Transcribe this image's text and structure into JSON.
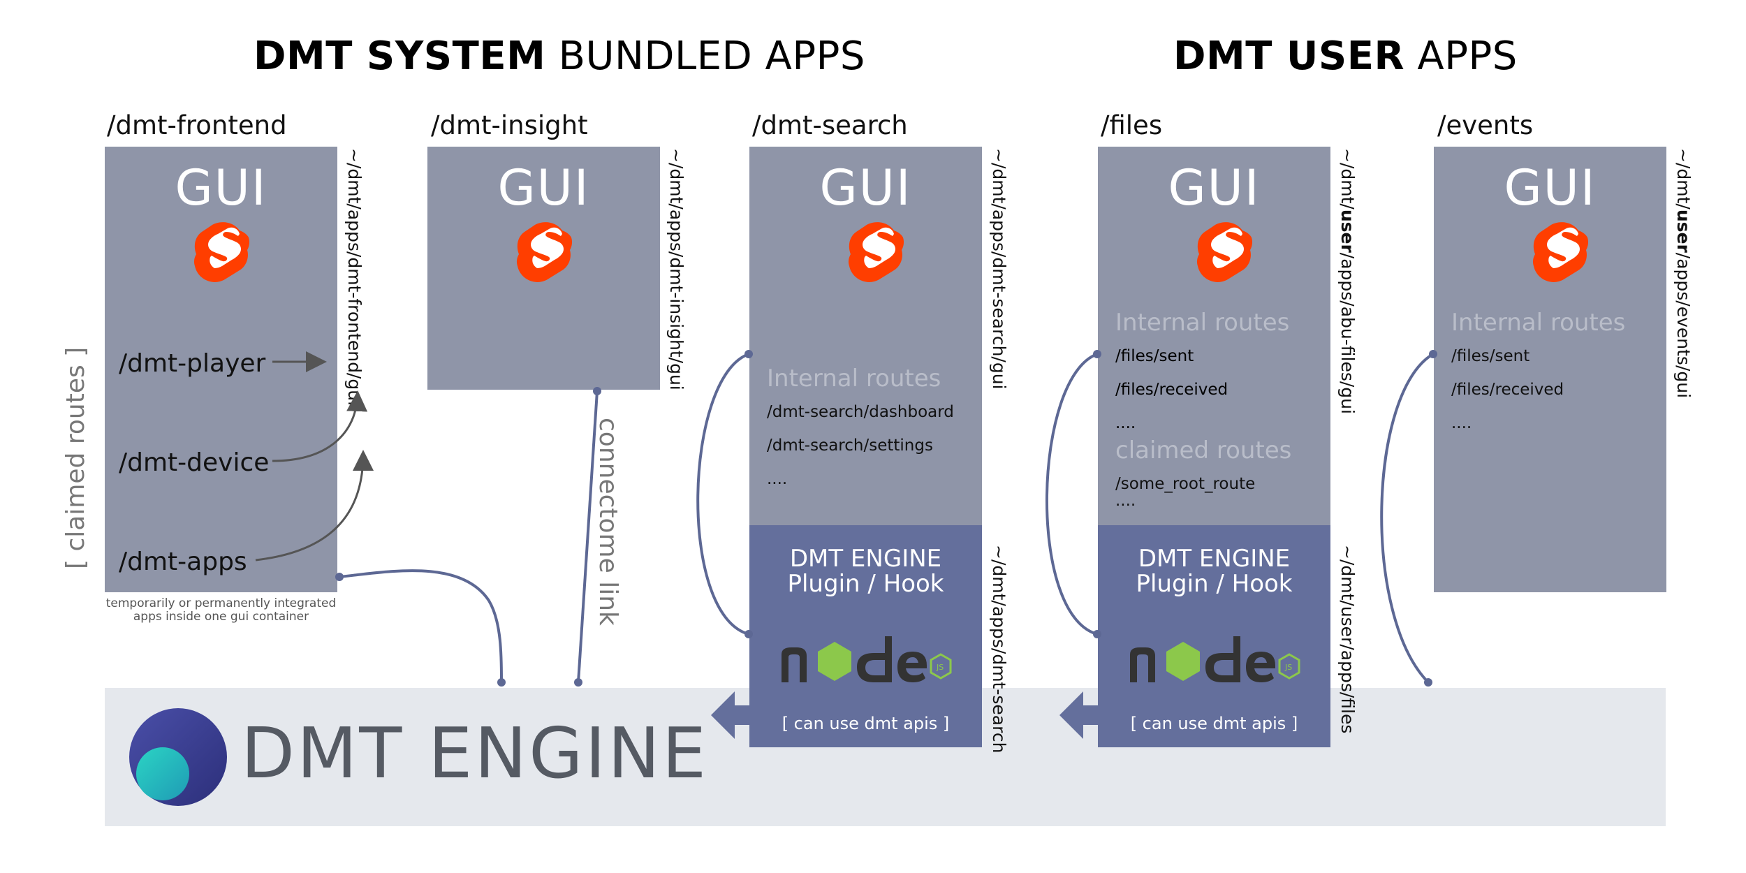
{
  "headings": {
    "system": {
      "bold": "DMT SYSTEM",
      "rest": " BUNDLED APPS"
    },
    "user": {
      "bold": "DMT USER",
      "rest": " APPS"
    }
  },
  "gui_label": "GUI",
  "apps": {
    "frontend": {
      "path": "/dmt-frontend",
      "dir": "~/dmt/apps/dmt-frontend/gui",
      "routes": [
        "/dmt-player",
        "/dmt-device",
        "/dmt-apps"
      ],
      "claimed_label": "[ claimed routes ]",
      "caption_line1": "temporarily or permanently integrated",
      "caption_line2": "apps inside one gui container"
    },
    "insight": {
      "path": "/dmt-insight",
      "dir": "~/dmt/apps/dmt-insight/gui",
      "link_label": "connectome link"
    },
    "search": {
      "path": "/dmt-search",
      "dir": "~/dmt/apps/dmt-search/gui",
      "engine_dir": "~/dmt/apps/dmt-search",
      "internal_routes_label": "Internal routes",
      "routes": [
        "/dmt-search/dashboard",
        "/dmt-search/settings",
        "...."
      ]
    },
    "files": {
      "path": "/files",
      "dir_prefix": "~/dmt/",
      "dir_bold": "user",
      "dir_suffix": "/apps/abu-files/gui",
      "engine_dir": "~/dmt/user/apps/files",
      "internal_routes_label": "Internal routes",
      "routes": [
        "/files/sent",
        "/files/received",
        "...."
      ],
      "claimed_routes_label": "claimed routes",
      "claimed_routes": [
        "/some_root_route",
        "...."
      ]
    },
    "events": {
      "path": "/events",
      "dir_prefix": "~/dmt/",
      "dir_bold": "user",
      "dir_suffix": "/apps/events/gui",
      "internal_routes_label": "Internal routes",
      "routes": [
        "/files/sent",
        "/files/received",
        "...."
      ]
    }
  },
  "engine_plugin": {
    "line1": "DMT ENGINE",
    "line2": "Plugin / Hook",
    "api": "[ can use dmt apis ]"
  },
  "engine": {
    "name": "DMT ENGINE"
  },
  "colors": {
    "gui_box": "#8f95a8",
    "engine_plugin_box": "#646f9c",
    "engine_band": "#e5e8ed",
    "svelte": "#ff3e00",
    "node_green": "#8cc84b",
    "node_dark": "#333333",
    "connector": "#5d6894"
  },
  "icons": [
    "svelte-icon",
    "nodejs-icon",
    "dmt-engine-logo-icon",
    "arrow-left-icon"
  ]
}
